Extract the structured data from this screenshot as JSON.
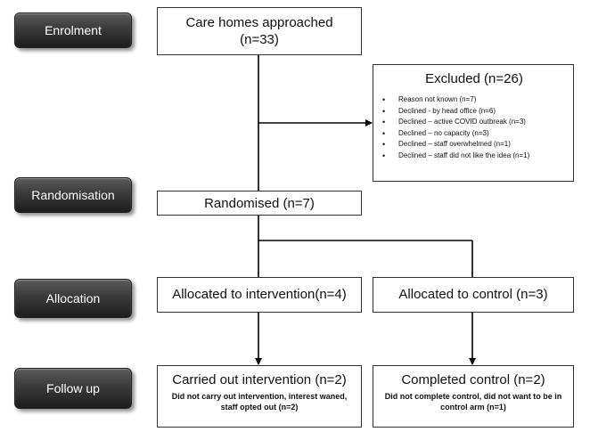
{
  "stages": {
    "enrolment": "Enrolment",
    "randomisation": "Randomisation",
    "allocation": "Allocation",
    "follow_up": "Follow up"
  },
  "approached": {
    "title": "Care homes approached",
    "count": "(n=33)"
  },
  "excluded": {
    "title": "Excluded (n=26)",
    "reasons": [
      "Reason not known (n=7)",
      "Declined - by head office (n=6)",
      "Declined – active COVID outbreak (n=3)",
      "Declined – no capacity (n=3)",
      "Declined – staff overwhelmed (n=1)",
      "Declined – staff did not like the idea (n=1)"
    ]
  },
  "randomised": {
    "title": "Randomised (n=7)"
  },
  "allocated_intervention": {
    "title": "Allocated to intervention(n=4)"
  },
  "allocated_control": {
    "title": "Allocated to control (n=3)"
  },
  "followup_intervention": {
    "title": "Carried out intervention (n=2)",
    "note": "Did not carry out intervention, interest waned, staff opted out (n=2)"
  },
  "followup_control": {
    "title": "Completed control (n=2)",
    "note": "Did not complete control, did not want to be in control arm (n=1)"
  },
  "colors": {
    "stage_fill_top": "#5b5b5b",
    "stage_fill_bottom": "#1d1d1d",
    "stage_text": "#ffffff",
    "box_border": "#333333",
    "line": "#000000"
  }
}
